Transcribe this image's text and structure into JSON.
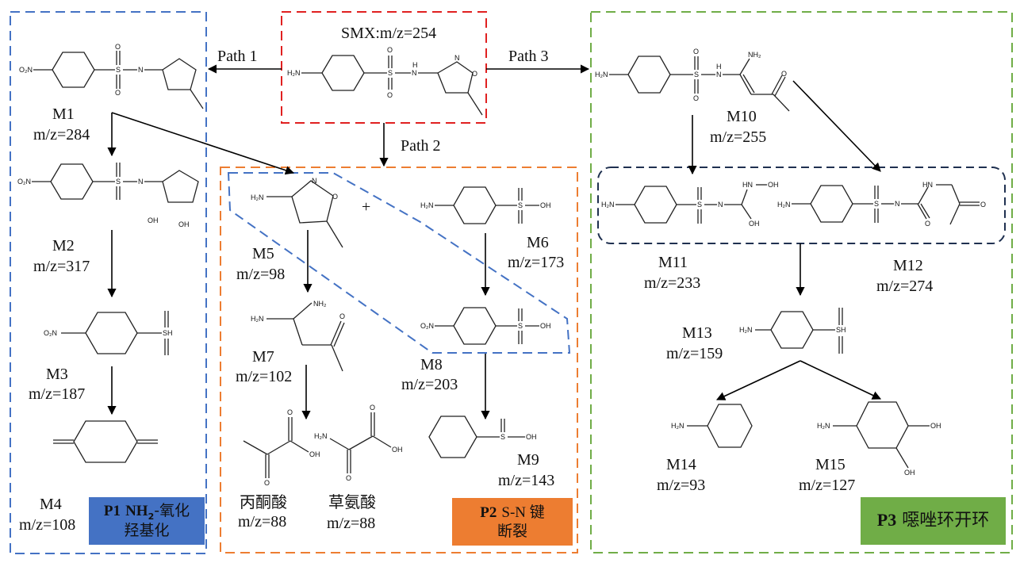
{
  "source": {
    "label": "SMX:m/z=254"
  },
  "paths": {
    "p1": "Path 1",
    "p2": "Path 2",
    "p3": "Path 3"
  },
  "categories": {
    "p1": {
      "code": "P1",
      "line1": "NH",
      "sub": "2",
      "line1b": "-氧化",
      "line2": "羟基化",
      "color": "#4472c4"
    },
    "p2": {
      "code": "P2",
      "line1": "S-N 键",
      "line2": "断裂",
      "color": "#ed7d31"
    },
    "p3": {
      "code": "P3",
      "line1": "噁唑环开环",
      "color": "#70ad47"
    }
  },
  "box_colors": {
    "source": "#e02020",
    "p1": "#4472c4",
    "p2": "#ed7d31",
    "p3": "#70ad47",
    "group": "#1f3050"
  },
  "compounds": [
    {
      "id": "M1",
      "mz": "m/z=284"
    },
    {
      "id": "M2",
      "mz": "m/z=317"
    },
    {
      "id": "M3",
      "mz": "m/z=187"
    },
    {
      "id": "M4",
      "mz": "m/z=108"
    },
    {
      "id": "M5",
      "mz": "m/z=98"
    },
    {
      "id": "M6",
      "mz": "m/z=173"
    },
    {
      "id": "M7",
      "mz": "m/z=102"
    },
    {
      "id": "M8",
      "mz": "m/z=203"
    },
    {
      "id": "M9",
      "mz": "m/z=143"
    },
    {
      "id": "M10",
      "mz": "m/z=255"
    },
    {
      "id": "M11",
      "mz": "m/z=233"
    },
    {
      "id": "M12",
      "mz": "m/z=274"
    },
    {
      "id": "M13",
      "mz": "m/z=159"
    },
    {
      "id": "M14",
      "mz": "m/z=93"
    },
    {
      "id": "M15",
      "mz": "m/z=127"
    }
  ],
  "acids": [
    {
      "name": "丙酮酸",
      "mz": "m/z=88"
    },
    {
      "name": "草氨酸",
      "mz": "m/z=88"
    }
  ],
  "atoms": {
    "h2n": "H₂N",
    "o2n": "O₂N",
    "o": "O",
    "s": "S",
    "n": "N",
    "h": "H",
    "oh": "OH",
    "sh": "SH",
    "nh2": "NH₂",
    "hn": "HN",
    "plus": "+"
  }
}
